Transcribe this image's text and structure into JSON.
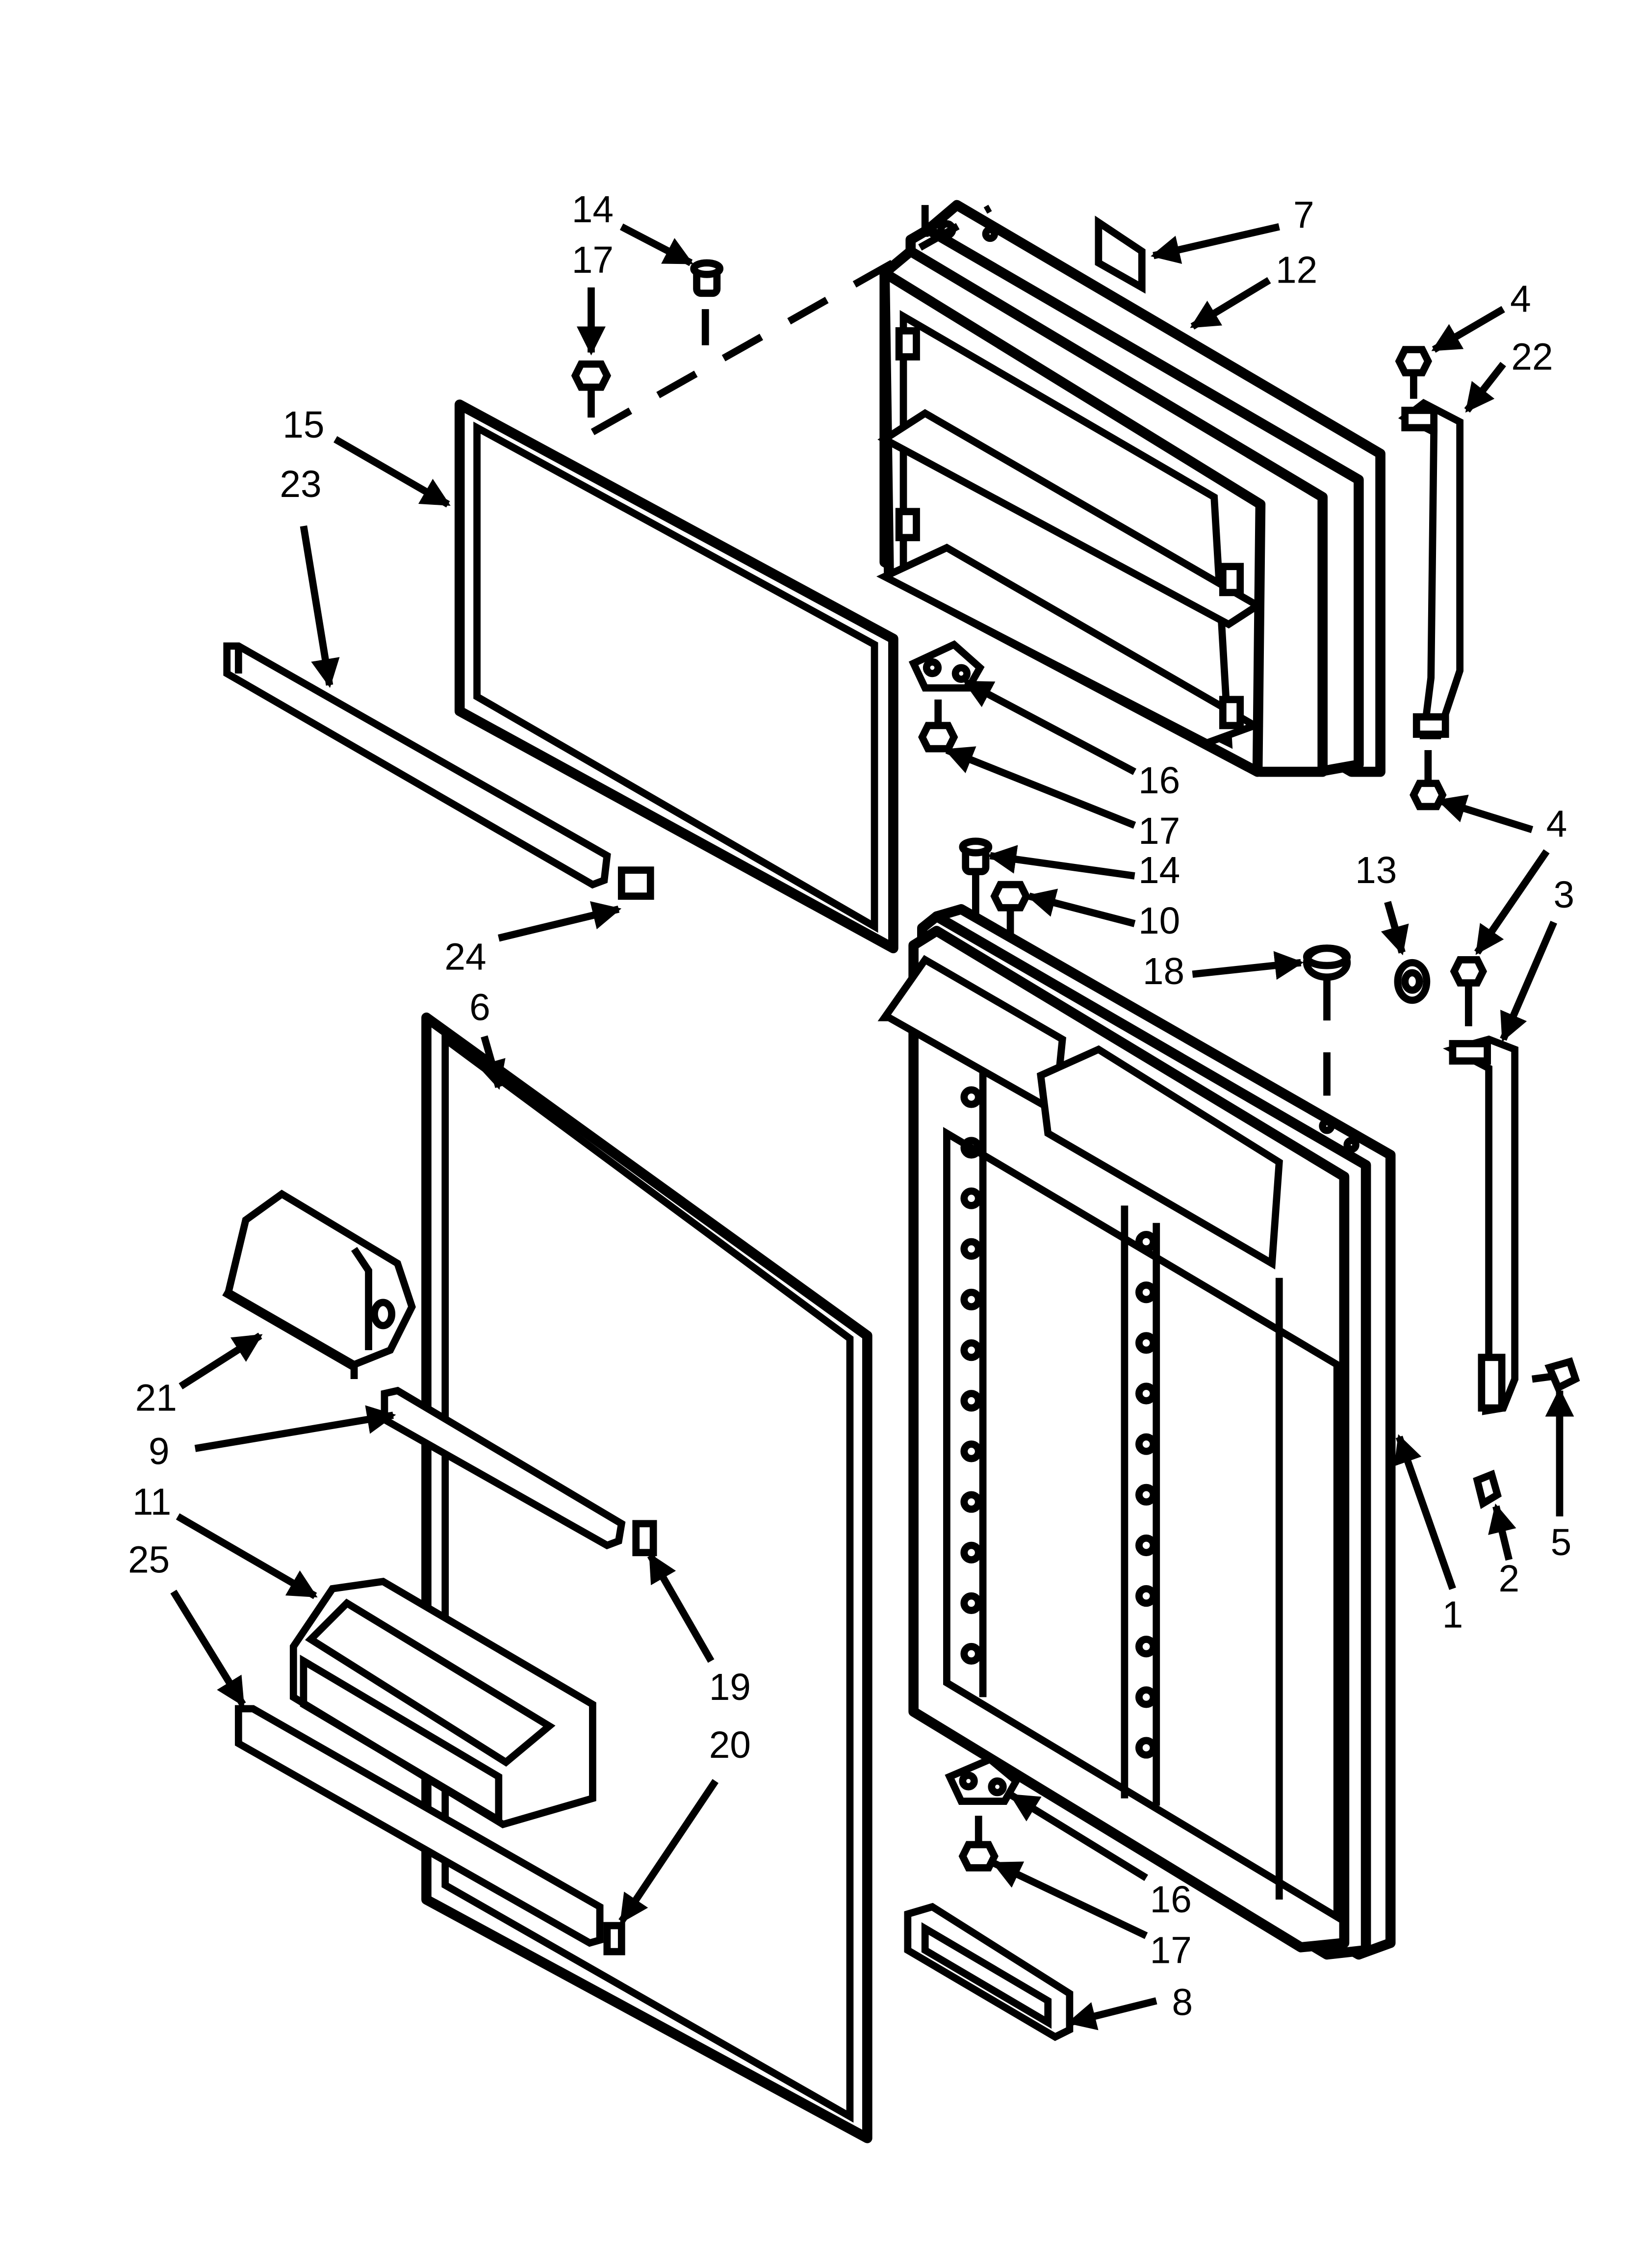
{
  "diagram": {
    "labels": [
      {
        "id": "c14a",
        "text": "14"
      },
      {
        "id": "c17a",
        "text": "17"
      },
      {
        "id": "c7",
        "text": "7"
      },
      {
        "id": "c12",
        "text": "12"
      },
      {
        "id": "c4a",
        "text": "4"
      },
      {
        "id": "c22",
        "text": "22"
      },
      {
        "id": "c15",
        "text": "15"
      },
      {
        "id": "c23",
        "text": "23"
      },
      {
        "id": "c16a",
        "text": "16"
      },
      {
        "id": "c17b",
        "text": "17"
      },
      {
        "id": "c4b",
        "text": "4"
      },
      {
        "id": "c14b",
        "text": "14"
      },
      {
        "id": "c10",
        "text": "10"
      },
      {
        "id": "c13",
        "text": "13"
      },
      {
        "id": "c3",
        "text": "3"
      },
      {
        "id": "c18",
        "text": "18"
      },
      {
        "id": "c24",
        "text": "24"
      },
      {
        "id": "c6",
        "text": "6"
      },
      {
        "id": "c21",
        "text": "21"
      },
      {
        "id": "c9",
        "text": "9"
      },
      {
        "id": "c11",
        "text": "11"
      },
      {
        "id": "c25",
        "text": "25"
      },
      {
        "id": "c19",
        "text": "19"
      },
      {
        "id": "c20",
        "text": "20"
      },
      {
        "id": "c1",
        "text": "1"
      },
      {
        "id": "c2",
        "text": "2"
      },
      {
        "id": "c5",
        "text": "5"
      },
      {
        "id": "c16b",
        "text": "16"
      },
      {
        "id": "c17c",
        "text": "17"
      },
      {
        "id": "c8",
        "text": "8"
      }
    ]
  }
}
